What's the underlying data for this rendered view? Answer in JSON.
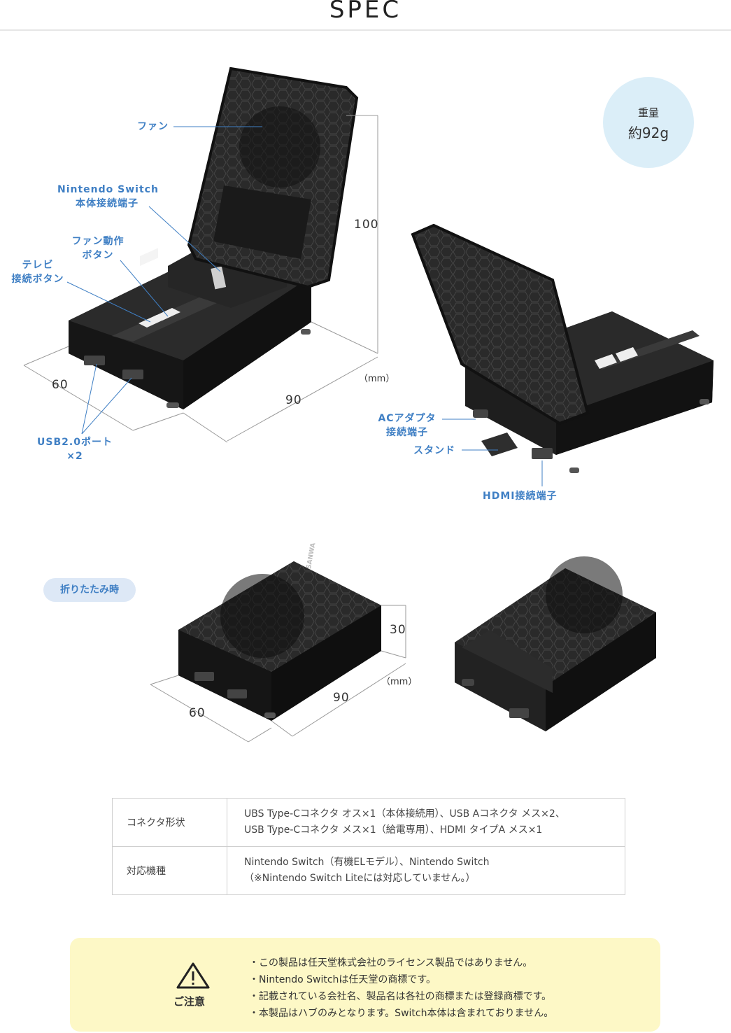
{
  "header": {
    "title": "SPEC"
  },
  "weight": {
    "label": "重量",
    "value": "約92g"
  },
  "open_view": {
    "callouts": {
      "fan": "ファン",
      "switch_port_l1": "Nintendo Switch",
      "switch_port_l2": "本体接続端子",
      "fan_button_l1": "ファン動作",
      "fan_button_l2": "ボタン",
      "tv_button_l1": "テレビ",
      "tv_button_l2": "接続ボタン",
      "usb_l1": "USB2.0ポート",
      "usb_l2": "×2",
      "ac_l1": "ACアダプタ",
      "ac_l2": "接続端子",
      "stand": "スタンド",
      "hdmi": "HDMI接続端子"
    },
    "dimensions": {
      "height": "100",
      "width": "90",
      "depth": "60",
      "unit": "（mm）"
    }
  },
  "folded_view": {
    "badge": "折りたたみ時",
    "dimensions": {
      "height": "30",
      "width": "90",
      "depth": "60",
      "unit": "（mm）"
    },
    "brand_mark": "SANWA"
  },
  "spec_table": {
    "rows": [
      {
        "header": "コネクタ形状",
        "line1": "UBS Type-Cコネクタ オス×1（本体接続用）、USB Aコネクタ メス×2、",
        "line2": "USB Type-Cコネクタ メス×1（給電専用）、HDMI タイプA メス×1"
      },
      {
        "header": "対応機種",
        "line1": "Nintendo Switch（有機ELモデル）、Nintendo Switch",
        "line2": "（※Nintendo Switch Liteには対応していません。）"
      }
    ]
  },
  "notice": {
    "label": "ご注意",
    "icon": "warning-triangle-icon",
    "items": [
      "・この製品は任天堂株式会社のライセンス製品ではありません。",
      "・Nintendo Switchは任天堂の商標です。",
      "・記載されている会社名、製品名は各社の商標または登録商標です。",
      "・本製品はハブのみとなります。Switch本体は含まれておりません。"
    ]
  },
  "colors": {
    "accent": "#3f7fc4",
    "bubble": "#dbeef8",
    "notice_bg": "#fdf8c6",
    "product": "#1d1d1d"
  }
}
